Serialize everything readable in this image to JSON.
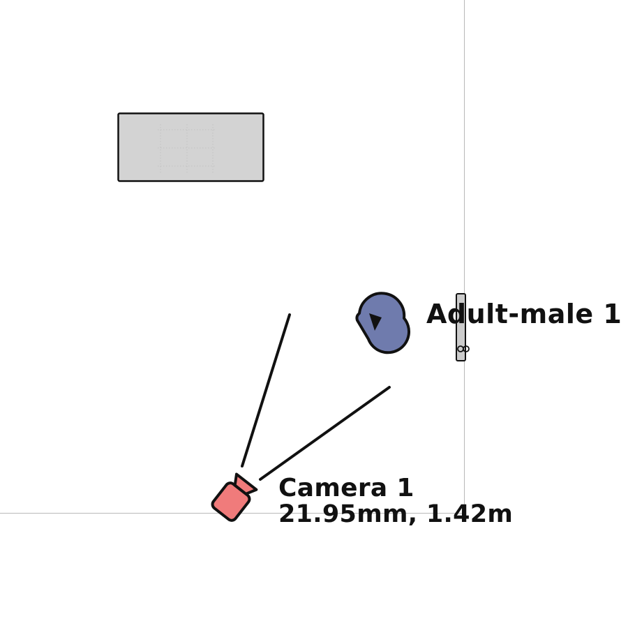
{
  "scene": {
    "actor": {
      "name": "Adult-male 1",
      "icon": "person-top-view-icon",
      "fill": "#6f7bad"
    },
    "camera": {
      "name": "Camera 1",
      "info": "21.95mm, 1.42m",
      "icon": "camera-icon",
      "fill": "#f07b7b"
    },
    "props": [
      {
        "name": "table",
        "fill": "#d3d3d3"
      },
      {
        "name": "door",
        "fill": "#cccccc"
      }
    ],
    "colors": {
      "background": "#ffffff",
      "stroke": "#111111",
      "axis_line": "#b8b8b8"
    }
  }
}
